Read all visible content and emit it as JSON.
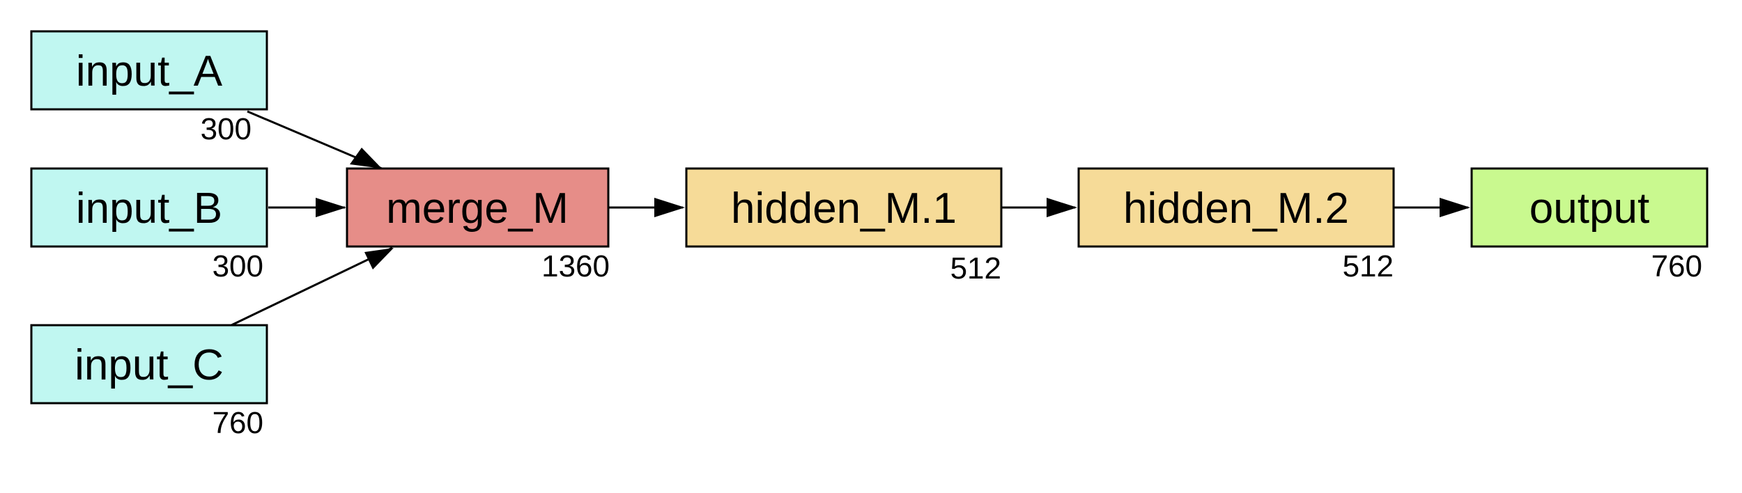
{
  "colors": {
    "input": "#c0f7f1",
    "merge": "#e68d88",
    "hidden": "#f6db98",
    "output": "#c9f98f",
    "stroke": "#000000",
    "edge": "#000000"
  },
  "nodes": {
    "input_a": {
      "label": "input_A",
      "size": "300",
      "kind": "input"
    },
    "input_b": {
      "label": "input_B",
      "size": "300",
      "kind": "input"
    },
    "input_c": {
      "label": "input_C",
      "size": "760",
      "kind": "input"
    },
    "merge_m": {
      "label": "merge_M",
      "size": "1360",
      "kind": "merge"
    },
    "hidden_1": {
      "label": "hidden_M.1",
      "size": "512",
      "kind": "hidden"
    },
    "hidden_2": {
      "label": "hidden_M.2",
      "size": "512",
      "kind": "hidden"
    },
    "output": {
      "label": "output",
      "size": "760",
      "kind": "output"
    }
  },
  "edges": [
    {
      "from": "input_a",
      "to": "merge_m"
    },
    {
      "from": "input_b",
      "to": "merge_m"
    },
    {
      "from": "input_c",
      "to": "merge_m"
    },
    {
      "from": "merge_m",
      "to": "hidden_1"
    },
    {
      "from": "hidden_1",
      "to": "hidden_2"
    },
    {
      "from": "hidden_2",
      "to": "output"
    }
  ]
}
